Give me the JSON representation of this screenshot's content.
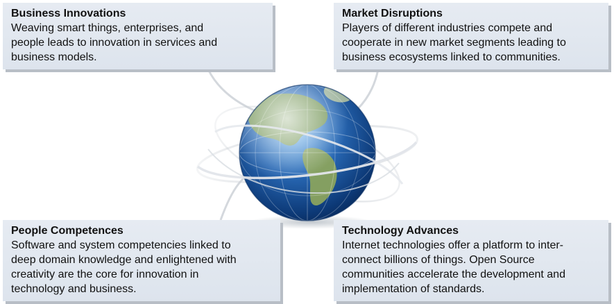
{
  "boxes": {
    "business_innovations": {
      "title": "Business Innovations",
      "lines": [
        "Weaving smart things, enterprises, and",
        "people leads to innovation in services and",
        "business models."
      ]
    },
    "market_disruptions": {
      "title": "Market Disruptions",
      "lines": [
        "Players of different industries compete and",
        "cooperate in new market segments leading to",
        "business ecosystems linked to communities."
      ]
    },
    "people_competences": {
      "title": "People Competences",
      "lines": [
        "Software and system competencies linked to",
        "deep domain knowledge and enlightened with",
        "creativity are the core for innovation in",
        "technology and business."
      ]
    },
    "technology_advances": {
      "title": "Technology Advances",
      "lines": [
        "Internet technologies offer a platform to inter-",
        "connect billions of things. Open Source",
        "communities accelerate the development and",
        "implementation of standards."
      ]
    }
  },
  "colors": {
    "box_background": "#e2e8f0",
    "box_shadow": "#b8bec6",
    "globe_ocean": "#1f5fa8",
    "globe_land": "#6e8a4a"
  },
  "illustration": {
    "icon": "globe-icon"
  }
}
